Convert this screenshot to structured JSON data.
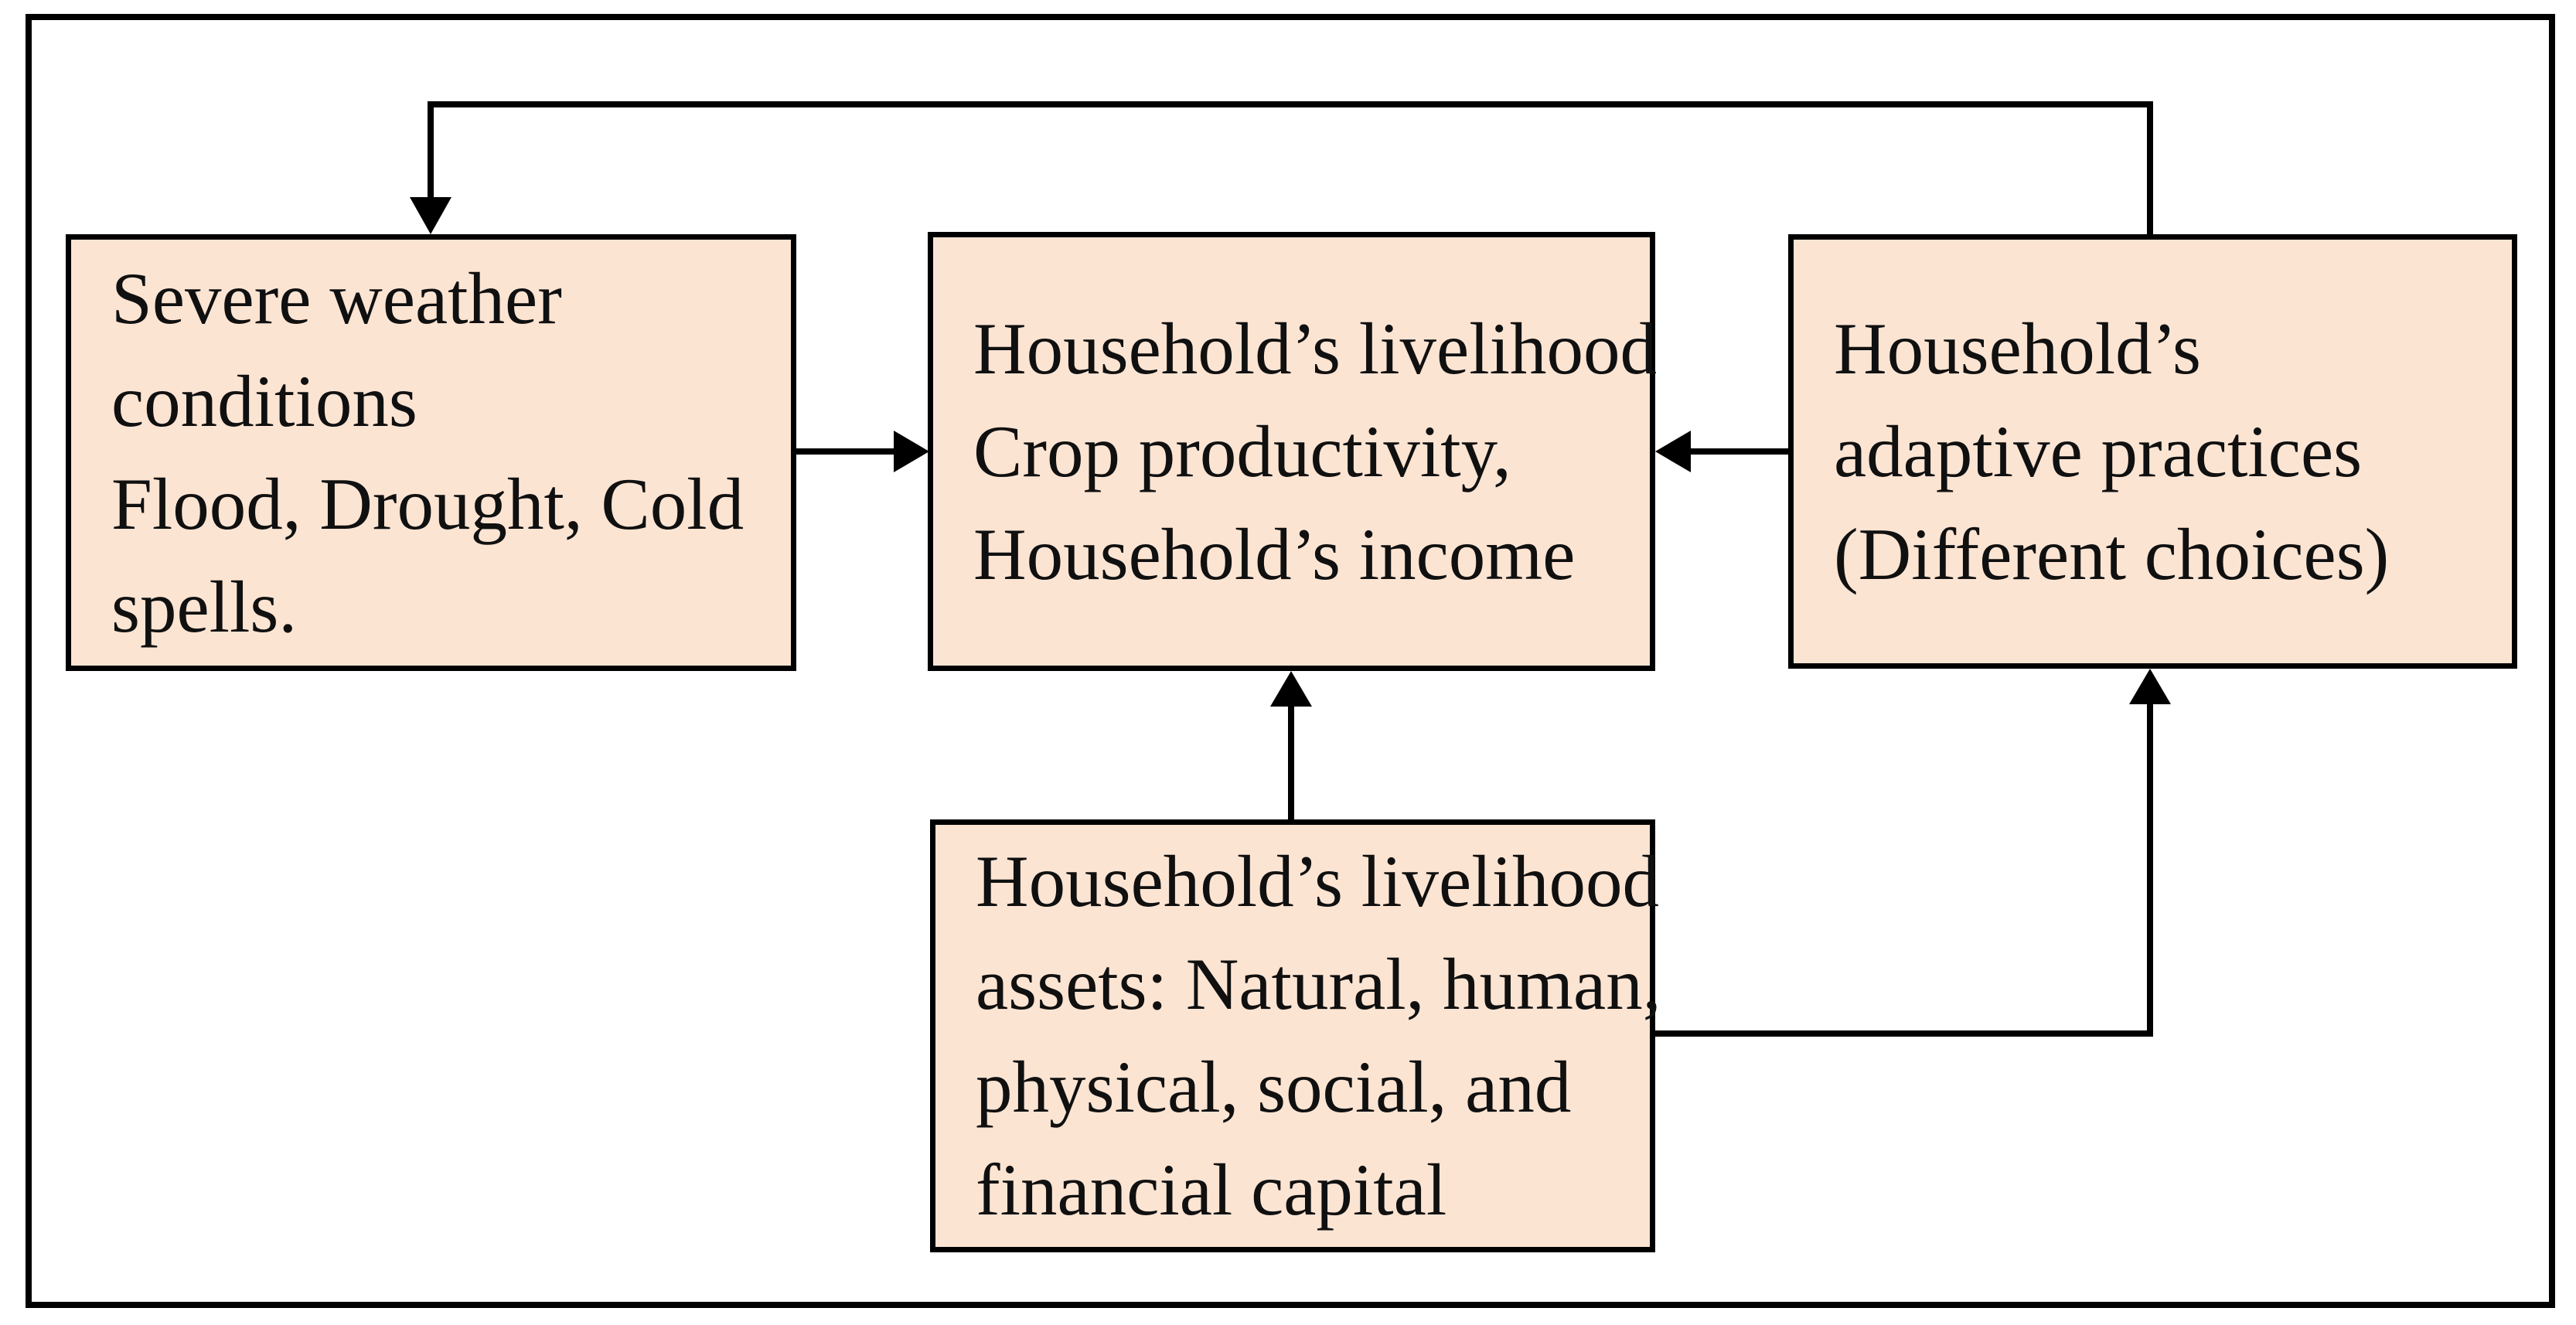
{
  "diagram": {
    "title": "Household livelihood adaptation conceptual framework",
    "colors": {
      "box_fill": "#fce4d3",
      "box_border": "#000000",
      "line_color": "#000000",
      "background": "#ffffff",
      "text_color": "#101010"
    },
    "boxes": {
      "severe_weather": {
        "lines": [
          "Severe weather",
          "conditions",
          "Flood, Drought, Cold",
          "spells."
        ]
      },
      "livelihood": {
        "lines": [
          "Household’s livelihood",
          "Crop productivity,",
          "Household’s income"
        ]
      },
      "adaptive": {
        "lines": [
          "Household’s",
          "adaptive practices",
          "(Different choices)"
        ]
      },
      "assets": {
        "lines": [
          "Household’s livelihood",
          "assets: Natural, human,",
          "physical, social, and",
          "financial capital"
        ]
      }
    },
    "connectors": [
      {
        "from": "severe_weather",
        "to": "livelihood",
        "arrowhead": "right"
      },
      {
        "from": "adaptive",
        "to": "livelihood",
        "arrowhead": "left"
      },
      {
        "from": "assets",
        "to": "livelihood",
        "arrowhead": "up"
      },
      {
        "from": "assets",
        "to": "adaptive",
        "arrowhead": "up"
      },
      {
        "from": "adaptive",
        "to": "severe_weather",
        "arrowhead": "down"
      }
    ]
  }
}
